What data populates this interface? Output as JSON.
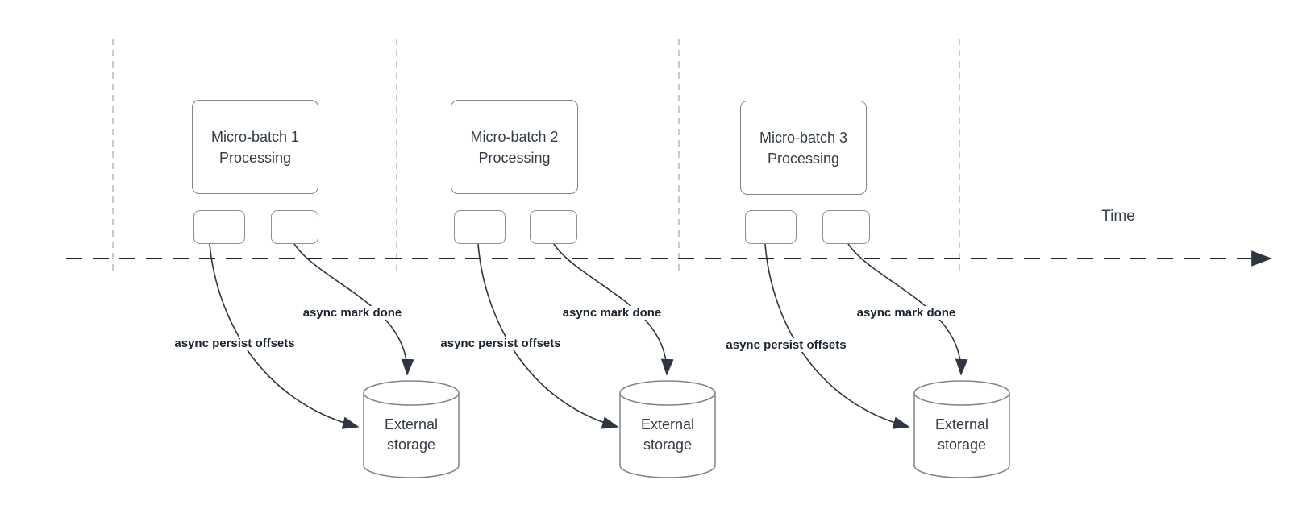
{
  "diagram": {
    "time_axis_label": "Time",
    "groups": [
      {
        "box_label": "Micro-batch 1\nProcessing",
        "persist_arrow_label": "async persist offsets",
        "mark_done_arrow_label": "async mark done",
        "storage_label": "External\nstorage"
      },
      {
        "box_label": "Micro-batch 2\nProcessing",
        "persist_arrow_label": "async persist offsets",
        "mark_done_arrow_label": "async mark done",
        "storage_label": "External\nstorage"
      },
      {
        "box_label": "Micro-batch 3\nProcessing",
        "persist_arrow_label": "async persist offsets",
        "mark_done_arrow_label": "async mark done",
        "storage_label": "External\nstorage"
      }
    ],
    "colors": {
      "background": "#ffffff",
      "guide_line": "#b5b9be",
      "timeline": "#23272e",
      "connector": "#2f3642",
      "shape_border": "#7e858e",
      "shape_text": "#333c47",
      "arrow_label_text": "#1b2430"
    }
  }
}
